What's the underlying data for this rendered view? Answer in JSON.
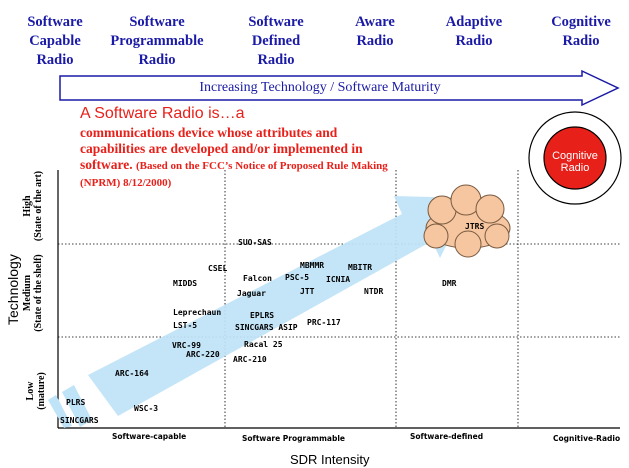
{
  "header": {
    "columns": [
      {
        "l1": "Software",
        "l2": "Capable",
        "l3": "Radio"
      },
      {
        "l1": "Software",
        "l2": "Programmable",
        "l3": "Radio"
      },
      {
        "l1": "Software",
        "l2": "Defined",
        "l3": "Radio"
      },
      {
        "l1": "Aware",
        "l2": "Radio",
        "l3": ""
      },
      {
        "l1": "Adaptive",
        "l2": "Radio",
        "l3": ""
      },
      {
        "l1": "Cognitive",
        "l2": "Radio",
        "l3": ""
      }
    ],
    "banner": "Increasing Technology / Software Maturity"
  },
  "definition": {
    "heading": "A Software Radio is…a",
    "body": "communications device whose attributes and capabilities are developed and/or implemented in software.",
    "note": "(Based on the FCC’s Notice of Proposed Rule Making (NPRM) 8/12/2000)"
  },
  "axes": {
    "y_title": "Technology",
    "x_title": "SDR Intensity",
    "y_levels": [
      {
        "l1": "High",
        "l2": "(State of the art)"
      },
      {
        "l1": "Medium",
        "l2": "(State of the shelf)"
      },
      {
        "l1": "Low",
        "l2": "(mature)"
      }
    ],
    "x_categories": [
      "Software-capable",
      "Software Programmable",
      "Software-defined",
      "Cognitive-Radio"
    ]
  },
  "points": [
    "SUO-SAS",
    "JTRS",
    "CSEL",
    "Falcon",
    "MBMMR",
    "MBITR",
    "MIDDS",
    "PSC-5",
    "ICNIA",
    "Jaguar",
    "JTT",
    "DMR",
    "NTDR",
    "Leprechaun",
    "EPLRS",
    "LST-5",
    "PRC-117",
    "SINCGARS ASIP",
    "VRC-99",
    "ARC-220",
    "Racal 25",
    "ARC-210",
    "ARC-164",
    "PLRS",
    "WSC-3",
    "SINCGARS"
  ],
  "cognitive_label": "Cognitive Radio",
  "colors": {
    "header": "#1a1aa6",
    "definition": "#e8201a",
    "arrow": "#bfe3f7",
    "cognitive": "#e8201a"
  }
}
